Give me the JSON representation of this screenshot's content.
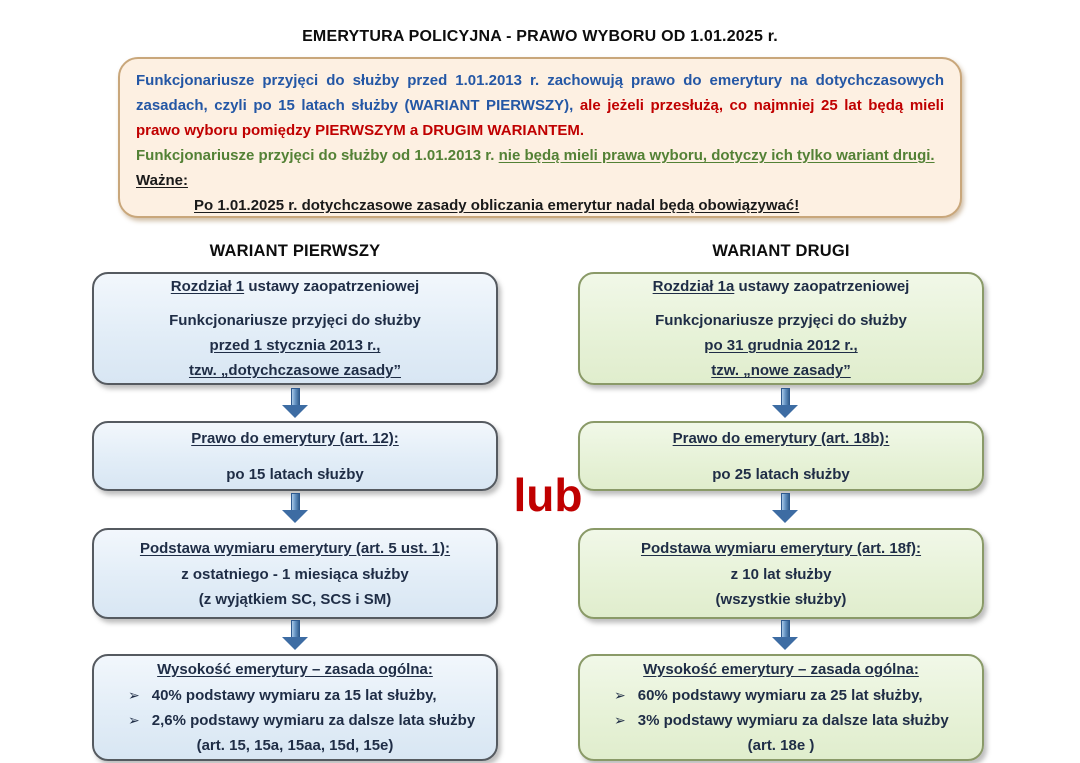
{
  "page": {
    "title": "EMERYTURA POLICYJNA  - PRAWO WYBORU OD 1.01.2025 r."
  },
  "colors": {
    "info_box_background": "#fdf0e2",
    "info_box_border": "#c9a77b",
    "blue_text": "#2457a5",
    "red_text": "#c00000",
    "green_text": "#538135",
    "variant1_box_background": "#e2edf7",
    "variant2_box_background": "#e7f2d8",
    "arrow_blue": "#3d6ca3"
  },
  "info_box": {
    "paragraphs": [
      {
        "align": "justify",
        "segments": [
          {
            "text": "Funkcjonariusze przyjęci do służby przed 1.01.2013 r. zachowują prawo do emerytury na dotychczasowych zasadach, czyli po 15 latach służby (WARIANT PIERWSZY), ",
            "color": "blue"
          },
          {
            "text": "ale jeżeli przesłużą, co najmniej 25 lat będą mieli prawo wyboru pomiędzy PIERWSZYM a DRUGIM WARIANTEM.",
            "color": "red"
          }
        ]
      },
      {
        "segments": [
          {
            "text": "Funkcjonariusze przyjęci do służby od 1.01.2013 r. ",
            "color": "green"
          },
          {
            "text": "nie będą mieli prawa wyboru, dotyczy ich tylko wariant drugi.",
            "color": "green",
            "underline": true
          }
        ]
      },
      {
        "segments": [
          {
            "text": "Ważne:",
            "color": "black",
            "underline": true
          }
        ]
      },
      {
        "indent": true,
        "segments": [
          {
            "text": "Po 1.01.2025 r. dotychczasowe zasady obliczania emerytur nadal będą obowiązywać!",
            "color": "black",
            "underline": true
          }
        ]
      }
    ]
  },
  "connector": {
    "or_label": "lub",
    "bullet_glyph": "➢"
  },
  "variants": [
    {
      "header": "WARIANT PIERWSZY",
      "theme": "blue",
      "boxes": [
        {
          "lines": [
            {
              "segments": [
                {
                  "text": "Rozdział 1",
                  "underline": true
                },
                {
                  "text": " ustawy zaopatrzeniowej"
                }
              ]
            },
            {
              "segments": [
                {
                  "text": "Funkcjonariusze przyjęci do służby"
                }
              ]
            },
            {
              "segments": [
                {
                  "text": "przed 1 stycznia 2013 r.,",
                  "underline": true
                }
              ]
            },
            {
              "segments": [
                {
                  "text": "tzw. „dotychczasowe zasady”",
                  "underline": true
                }
              ]
            }
          ]
        },
        {
          "lines": [
            {
              "segments": [
                {
                  "text": "Prawo do emerytury (art. 12):",
                  "underline": true
                }
              ]
            },
            {
              "segments": [
                {
                  "text": "po 15 latach służby"
                }
              ]
            }
          ]
        },
        {
          "lines": [
            {
              "segments": [
                {
                  "text": "Podstawa wymiaru emerytury (art. 5 ust. 1):",
                  "underline": true
                }
              ]
            },
            {
              "segments": [
                {
                  "text": "z ostatniego - 1 miesiąca służby"
                }
              ]
            },
            {
              "segments": [
                {
                  "text": "(z wyjątkiem SC, SCS i SM)"
                }
              ]
            }
          ]
        },
        {
          "lines": [
            {
              "segments": [
                {
                  "text": "Wysokość emerytury – zasada ogólna:",
                  "underline": true
                }
              ]
            },
            {
              "bullet": true,
              "segments": [
                {
                  "text": "40% podstawy wymiaru za 15 lat służby,"
                }
              ]
            },
            {
              "bullet": true,
              "segments": [
                {
                  "text": "2,6% podstawy wymiaru za dalsze lata służby"
                }
              ]
            },
            {
              "segments": [
                {
                  "text": "(art. 15, 15a, 15aa, 15d, 15e)"
                }
              ]
            }
          ]
        }
      ]
    },
    {
      "header": "WARIANT DRUGI",
      "theme": "green",
      "boxes": [
        {
          "lines": [
            {
              "segments": [
                {
                  "text": "Rozdział 1a",
                  "underline": true
                },
                {
                  "text": " ustawy zaopatrzeniowej"
                }
              ]
            },
            {
              "segments": [
                {
                  "text": "Funkcjonariusze przyjęci do służby"
                }
              ]
            },
            {
              "segments": [
                {
                  "text": "po 31 grudnia 2012 r.,",
                  "underline": true
                }
              ]
            },
            {
              "segments": [
                {
                  "text": "tzw. „nowe zasady”",
                  "underline": true
                }
              ]
            }
          ]
        },
        {
          "lines": [
            {
              "segments": [
                {
                  "text": "Prawo do emerytury (art. 18b):",
                  "underline": true
                }
              ]
            },
            {
              "segments": [
                {
                  "text": "po 25 latach służby"
                }
              ]
            }
          ]
        },
        {
          "lines": [
            {
              "segments": [
                {
                  "text": "Podstawa wymiaru emerytury (art. 18f):",
                  "underline": true
                }
              ]
            },
            {
              "segments": [
                {
                  "text": "z 10 lat służby"
                }
              ]
            },
            {
              "segments": [
                {
                  "text": "(wszystkie służby)"
                }
              ]
            }
          ]
        },
        {
          "lines": [
            {
              "segments": [
                {
                  "text": "Wysokość emerytury – zasada ogólna:",
                  "underline": true
                }
              ]
            },
            {
              "bullet": true,
              "segments": [
                {
                  "text": "60% podstawy wymiaru za 25 lat służby,"
                }
              ]
            },
            {
              "bullet": true,
              "segments": [
                {
                  "text": "3% podstawy wymiaru za dalsze lata służby"
                }
              ]
            },
            {
              "segments": [
                {
                  "text": "(art. 18e )"
                }
              ]
            }
          ]
        }
      ]
    }
  ]
}
